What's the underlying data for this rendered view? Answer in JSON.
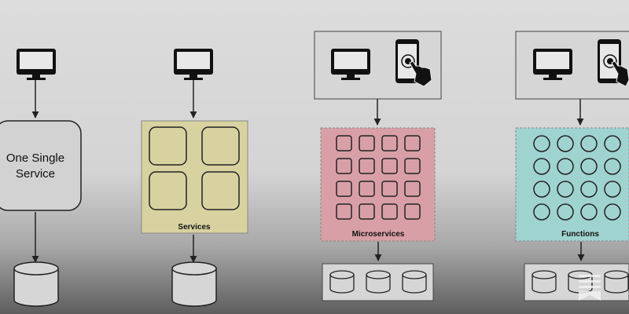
{
  "colors": {
    "background_top": "#dcdcdc",
    "monolith_fill": "#d2d2d2",
    "services_fill": "#d8d2a0",
    "microservices_fill": "#d8a0a6",
    "functions_fill": "#9fd3d0",
    "client_box_fill": "#d6d6d6",
    "stroke": "#222222"
  },
  "columns": [
    {
      "key": "monolith",
      "label_lines": [
        "One Single",
        "Service"
      ],
      "clients": [
        "desktop-monitor-icon"
      ],
      "inner_grid": null,
      "databases": 1
    },
    {
      "key": "services",
      "label": "Services",
      "clients": [
        "desktop-monitor-icon"
      ],
      "inner_grid": {
        "rows": 2,
        "cols": 2,
        "shape": "rounded-square"
      },
      "databases": 1
    },
    {
      "key": "microservices",
      "label": "Microservices",
      "clients": [
        "desktop-monitor-icon",
        "smartphone-tap-icon"
      ],
      "inner_grid": {
        "rows": 4,
        "cols": 4,
        "shape": "small-square"
      },
      "databases": 3
    },
    {
      "key": "functions",
      "label": "Functions",
      "clients": [
        "desktop-monitor-icon",
        "smartphone-tap-icon"
      ],
      "inner_grid": {
        "rows": 4,
        "cols": 4,
        "shape": "circle"
      },
      "databases": 3
    }
  ],
  "watermark_icon": "document-lines-icon"
}
